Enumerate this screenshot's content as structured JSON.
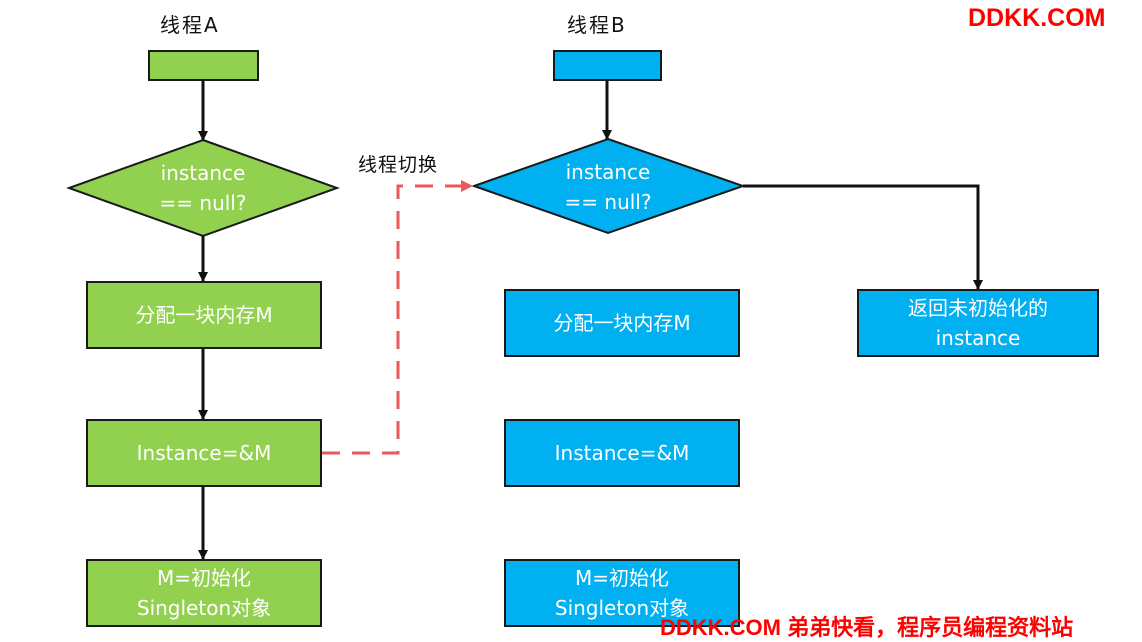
{
  "watermark": {
    "top": "DDKK.COM",
    "bottom": "DDKK.COM 弟弟快看，程序员编程资料站"
  },
  "colors": {
    "thread_a": "#92d050",
    "thread_b": "#00b0f0",
    "switch_arrow": "#ea5a5a",
    "border": "#1a1a1a"
  },
  "thread_a": {
    "title": "线程A",
    "decision": "instance\n== null?",
    "steps": [
      "分配一块内存M",
      "Instance=&M",
      "M=初始化\nSingleton对象"
    ]
  },
  "thread_b": {
    "title": "线程B",
    "decision": "instance\n== null?",
    "steps": [
      "分配一块内存M",
      "Instance=&M",
      "M=初始化\nSingleton对象"
    ],
    "return_box": "返回未初始化的\ninstance"
  },
  "switch_label": "线程切换"
}
